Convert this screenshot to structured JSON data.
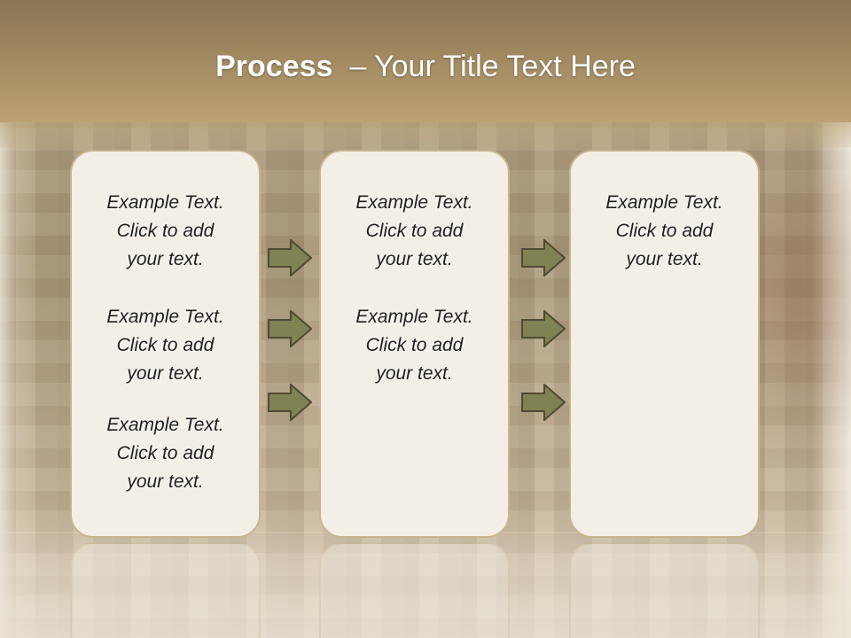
{
  "title": {
    "bold": "Process",
    "rest": "– Your Title Text Here"
  },
  "columns": [
    {
      "items": [
        {
          "l1": "Example Text.",
          "l2": "Click  to add",
          "l3": "your text."
        },
        {
          "l1": "Example Text.",
          "l2": "Click  to add",
          "l3": "your text."
        },
        {
          "l1": "Example Text.",
          "l2": "Click  to add",
          "l3": "your text."
        }
      ]
    },
    {
      "items": [
        {
          "l1": "Example Text.",
          "l2": "Click  to add",
          "l3": "your text."
        },
        {
          "l1": "Example Text.",
          "l2": "Click  to add",
          "l3": "your text."
        }
      ]
    },
    {
      "items": [
        {
          "l1": "Example Text.",
          "l2": "Click  to add",
          "l3": "your text."
        }
      ]
    }
  ],
  "arrows": {
    "count_per_gap": 3,
    "fill": "#7f8354",
    "stroke": "#4e4a34"
  },
  "colors": {
    "header": "#a58d64",
    "box_fill": "#f4efe6",
    "box_border": "#c8b48e",
    "title_text": "#ffffff"
  }
}
